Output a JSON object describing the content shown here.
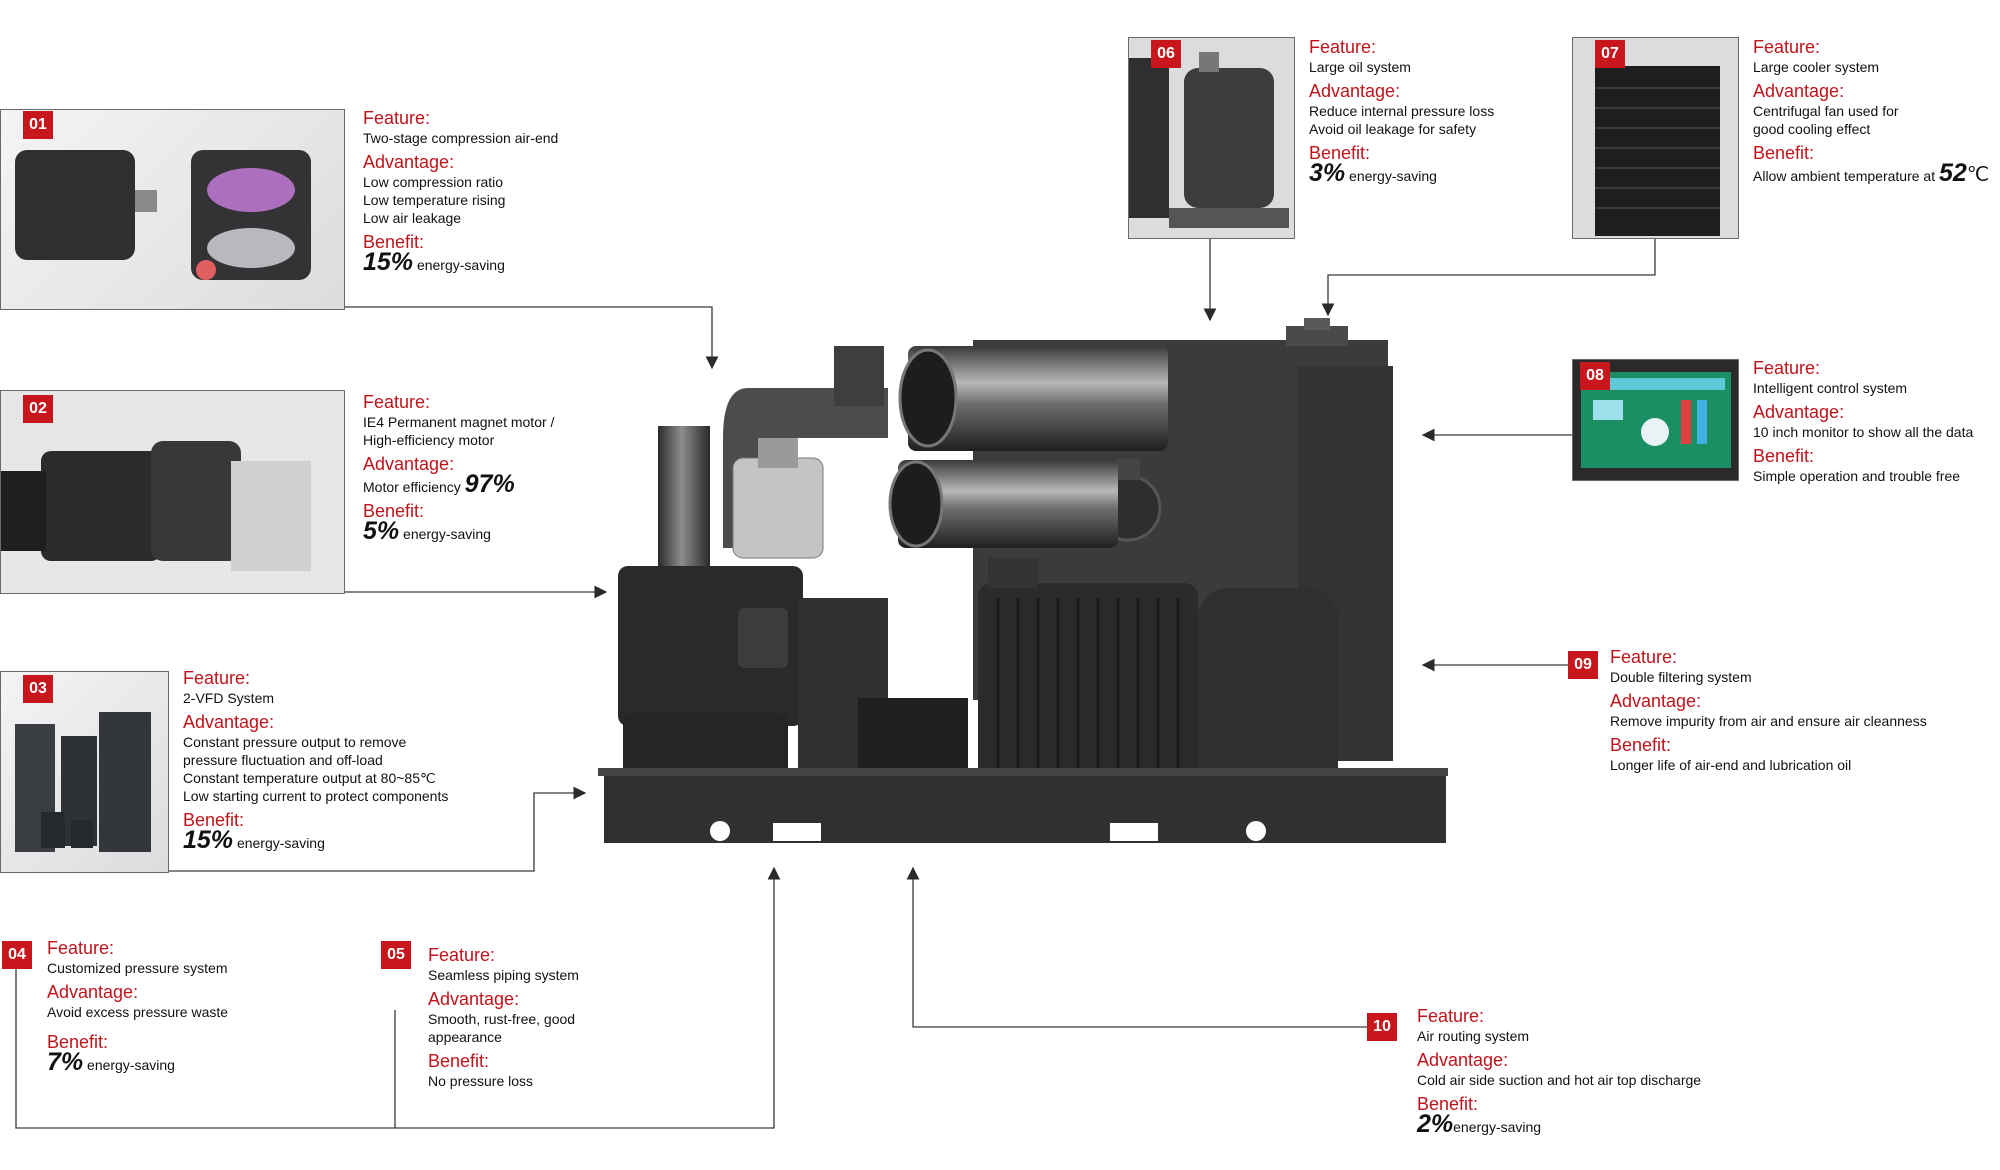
{
  "labels": {
    "feature": "Feature:",
    "advantage": "Advantage:",
    "benefit": "Benefit:"
  },
  "colors": {
    "accent": "#c0141b",
    "badge": "#c8161d",
    "line": "#3a3a3a",
    "machine_body": "#2d2d2f"
  },
  "features": [
    {
      "number": "01",
      "feature": "Two-stage compression air-end",
      "advantage": [
        "Low compression ratio",
        "Low temperature rising",
        "Low air leakage"
      ],
      "benefit_value": "15%",
      "benefit_text": "energy-saving",
      "image": "air-end-image"
    },
    {
      "number": "02",
      "feature": [
        "IE4 Permanent magnet motor /",
        "High-efficiency motor"
      ],
      "advantage_text": "Motor efficiency",
      "advantage_value": "97%",
      "benefit_value": "5%",
      "benefit_text": "energy-saving",
      "image": "motor-image"
    },
    {
      "number": "03",
      "feature": "2-VFD System",
      "advantage": [
        "Constant pressure output to remove",
        "pressure fluctuation and off-load",
        "Constant temperature output at 80~85℃",
        "Low starting current to protect components"
      ],
      "benefit_value": "15%",
      "benefit_text": "energy-saving",
      "image": "vfd-image"
    },
    {
      "number": "04",
      "feature": "Customized pressure system",
      "advantage": [
        "Avoid excess pressure waste"
      ],
      "benefit_value": "7%",
      "benefit_text": "energy-saving"
    },
    {
      "number": "05",
      "feature": "Seamless piping system",
      "advantage": [
        "Smooth, rust-free, good",
        "appearance"
      ],
      "benefit": "No pressure loss"
    },
    {
      "number": "06",
      "feature": "Large oil system",
      "advantage": [
        "Reduce internal pressure loss",
        "Avoid oil leakage for safety"
      ],
      "benefit_value": "3%",
      "benefit_text": "energy-saving",
      "image": "oil-tank-image"
    },
    {
      "number": "07",
      "feature": "Large cooler system",
      "advantage": [
        "Centrifugal fan used for",
        "good cooling effect"
      ],
      "benefit_text": "Allow ambient temperature at",
      "benefit_value": "52",
      "benefit_unit": "℃",
      "image": "cooler-image"
    },
    {
      "number": "08",
      "feature": "Intelligent control system",
      "advantage": [
        "10 inch monitor to show all the data"
      ],
      "benefit": "Simple operation and trouble free",
      "image": "control-screen-image"
    },
    {
      "number": "09",
      "feature": "Double filtering system",
      "advantage": [
        "Remove impurity from air and ensure air cleanness"
      ],
      "benefit": "Longer life of air-end and lubrication oil"
    },
    {
      "number": "10",
      "feature": "Air routing system",
      "advantage": [
        "Cold air side suction and hot air top discharge"
      ],
      "benefit_value": "2%",
      "benefit_text": "energy-saving"
    }
  ]
}
